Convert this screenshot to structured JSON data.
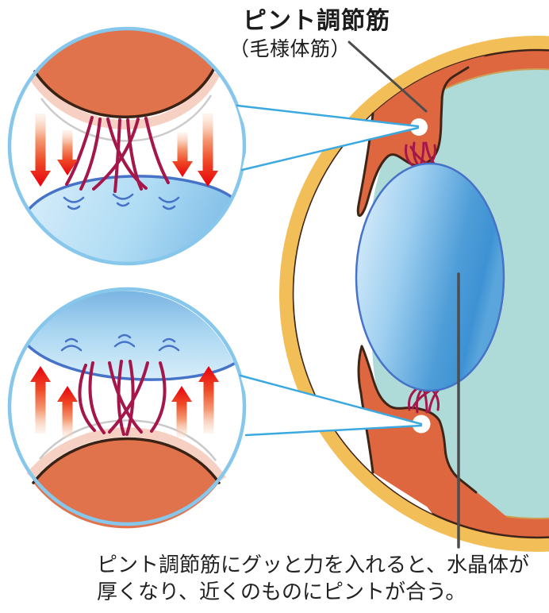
{
  "labels": {
    "title": "ピント調節筋",
    "subtitle": "（毛様体筋）",
    "caption_line1": "ピント調節筋にグッと力を入れると、水晶体が",
    "caption_line2": "厚くなり、近くのものにピントが合う。"
  },
  "colors": {
    "sclera_yellow": "#F2BE58",
    "choroid_orange": "#DE6740",
    "outline_brown": "#3F2517",
    "vitreous_teal": "#AEDAD8",
    "lens_blue_light": "#E3F2FC",
    "lens_blue_dark": "#3E92D3",
    "lens_border_blue": "#4672C8",
    "zonule_fiber_crimson": "#A5164A",
    "arrow_red": "#E8000D",
    "inset_ring_blue": "#87C7EB",
    "callout_line_blue": "#3BA9E0",
    "pink_band": "#F6D0C2",
    "pointer_line_gray": "#4D4D4D"
  },
  "insets": {
    "top": {
      "arrow_direction": "down",
      "arrow_count": 4
    },
    "bottom": {
      "arrow_direction": "up",
      "arrow_count": 4
    }
  }
}
